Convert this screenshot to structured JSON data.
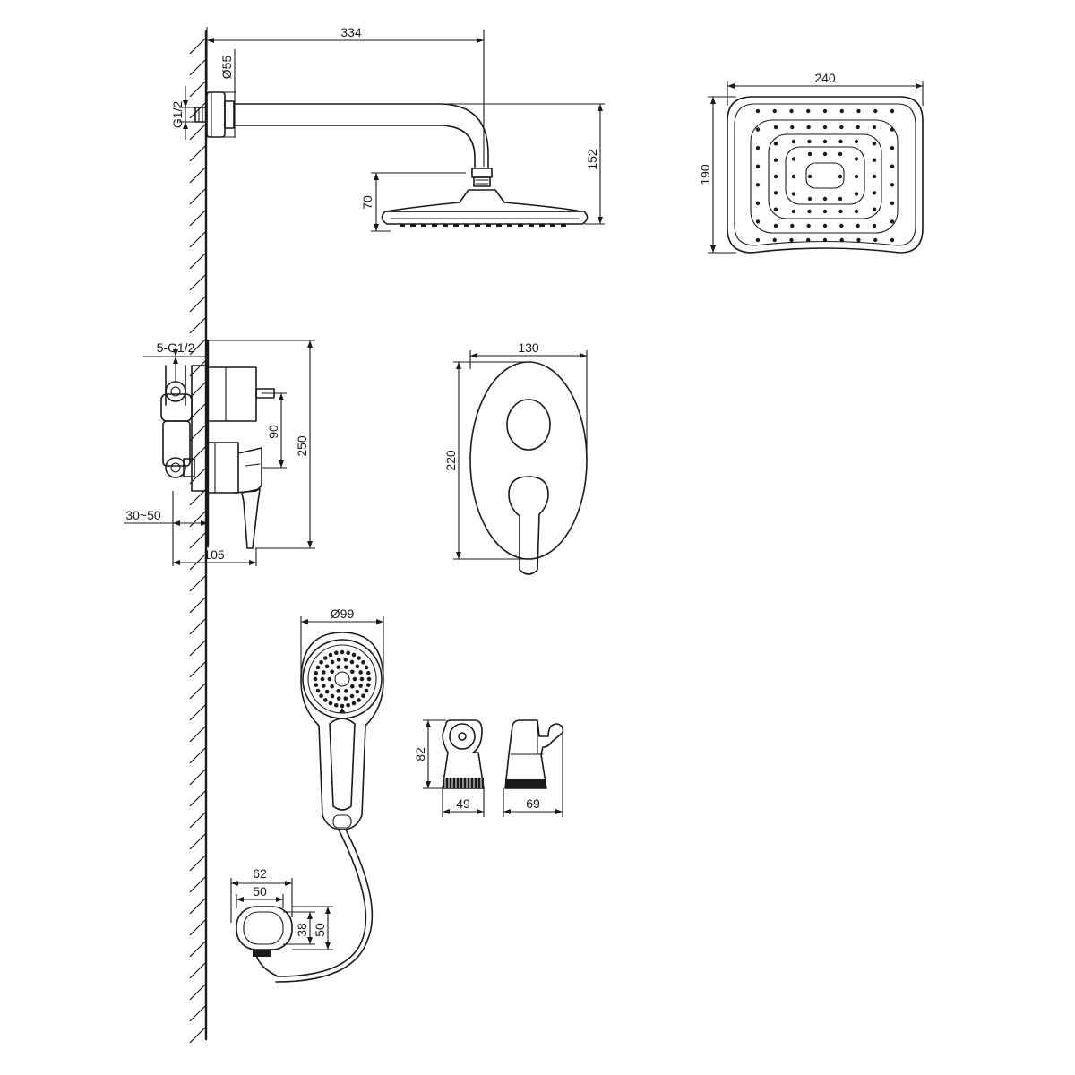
{
  "labels": {
    "arm_length": "334",
    "flange_diameter": "Ø55",
    "wall_thread": "G1/2",
    "arm_drop": "152",
    "head_height": "70",
    "head_width": "240",
    "head_depth": "190",
    "inlet_thread": "5-G1/2",
    "valve_height": "250",
    "outlet_spacing": "90",
    "install_depth": "30~50",
    "valve_projection": "105",
    "plate_width": "130",
    "plate_height": "220",
    "hand_shower_diameter": "Ø99",
    "holder_height": "82",
    "holder_width": "49",
    "bracket_width": "69",
    "elbow_width_outer": "62",
    "elbow_width_inner": "50",
    "elbow_height_inner": "38",
    "elbow_height_outer": "50"
  },
  "colors": {
    "line": "#1a1a1a",
    "background": "#ffffff"
  }
}
